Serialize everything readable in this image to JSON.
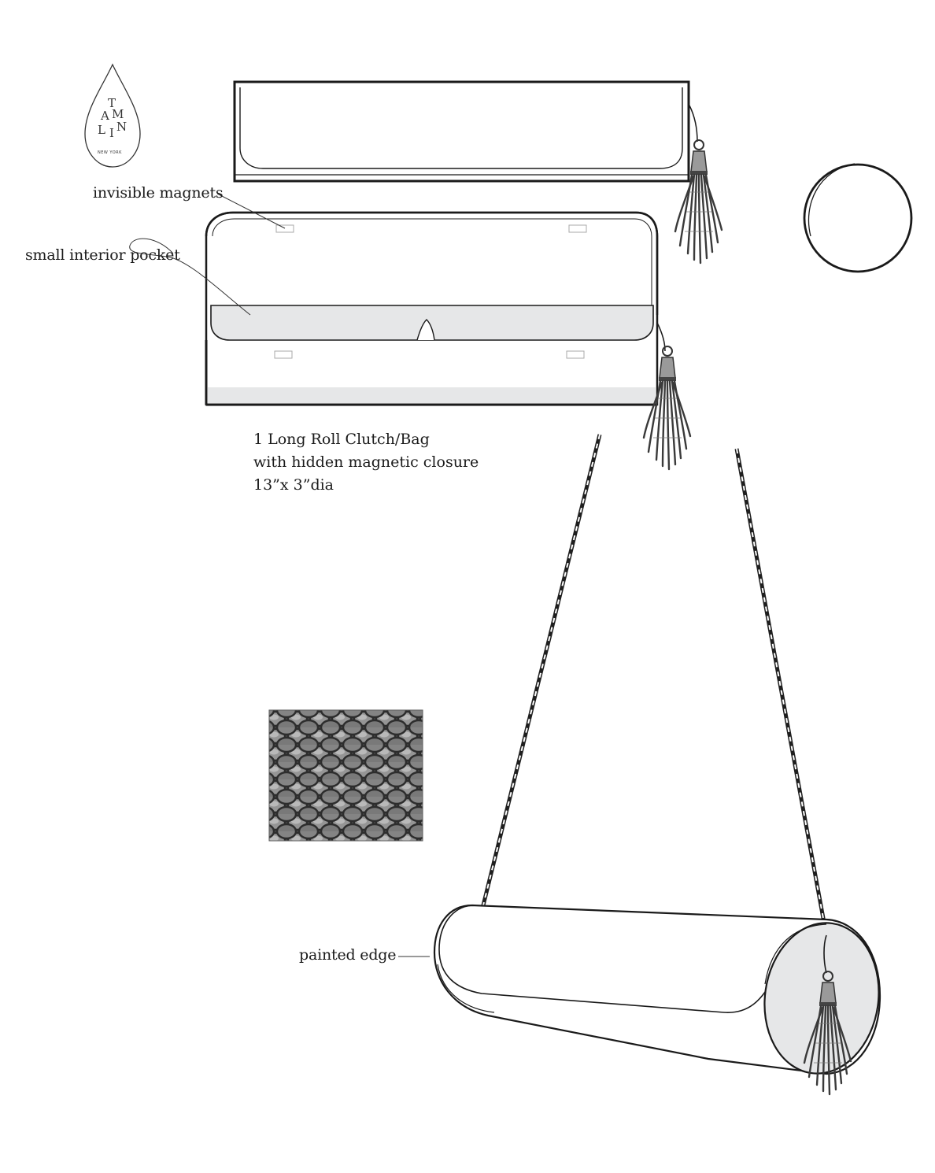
{
  "brand": {
    "logo_letters": [
      "T",
      "A",
      "M",
      "L",
      "I",
      "N"
    ],
    "logo_tagline": "NEW YORK"
  },
  "labels": {
    "invisible_magnets": "invisible magnets",
    "interior_pocket": "small interior pocket",
    "painted_edge": "painted edge"
  },
  "spec": {
    "line1": "1 Long Roll Clutch/Bag",
    "line2": "with hidden magnetic closure",
    "line3": "13”x 3”dia"
  },
  "colors": {
    "line": "#1a1a1a",
    "fill_light": "#e6e7e8",
    "tassel": "#3a3a3a",
    "swatch_dark": "#2a2a2a"
  },
  "swatch": {
    "material": "python-skin"
  }
}
